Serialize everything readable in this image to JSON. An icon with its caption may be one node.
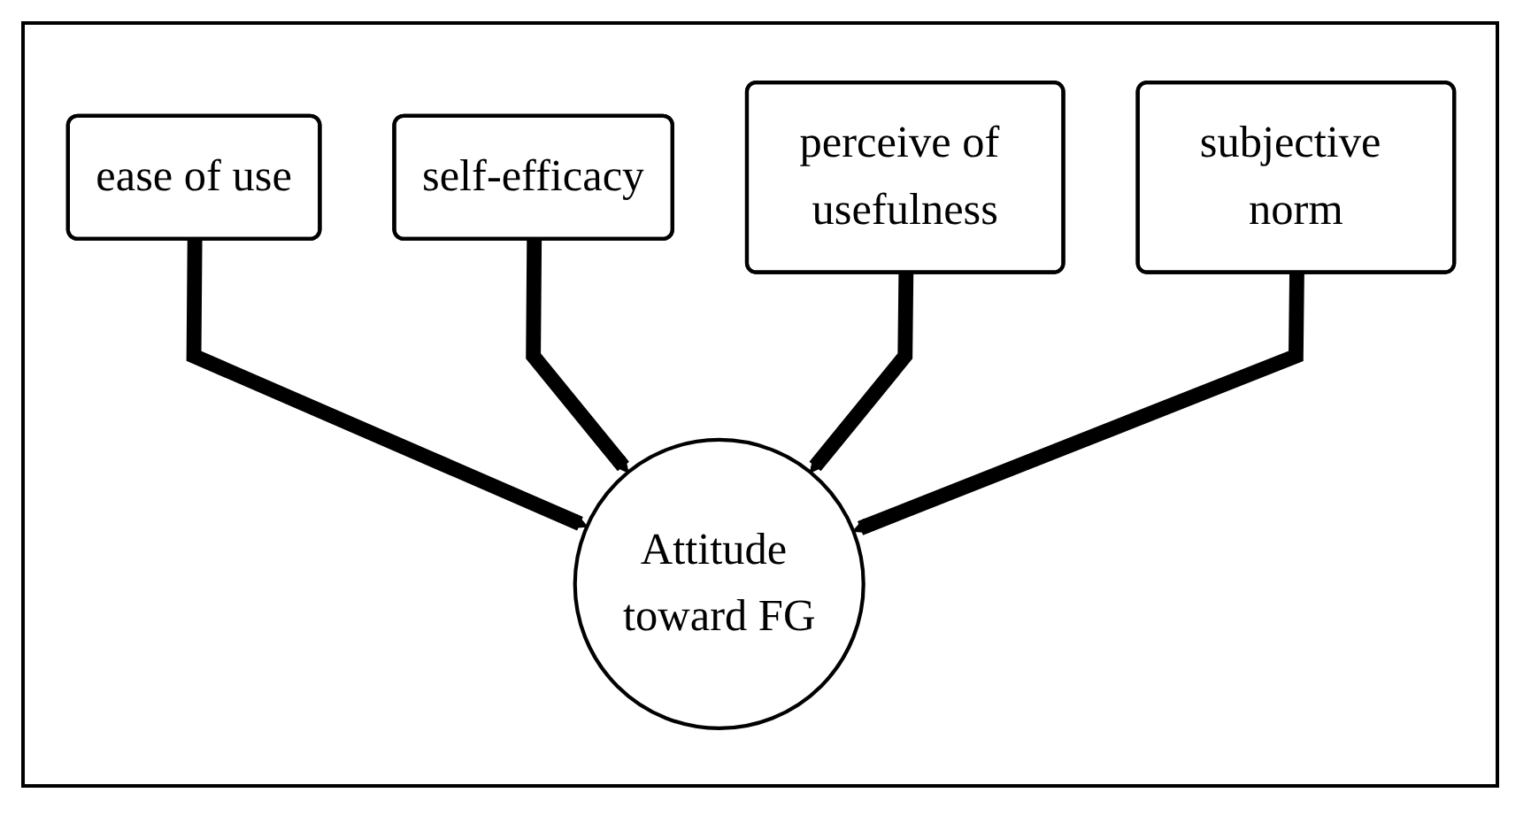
{
  "diagram": {
    "nodes": [
      {
        "text": [
          "ease of use"
        ]
      },
      {
        "text": [
          "self-efficacy"
        ]
      },
      {
        "text": [
          "perceive of usefulness"
        ]
      },
      {
        "text": [
          "subjective norm"
        ]
      },
      {
        "text": [
          "Attitude toward FG"
        ]
      }
    ],
    "edges": [
      {
        "from": 0,
        "to": 4,
        "arrow": "to"
      },
      {
        "from": 1,
        "to": 4,
        "arrow": "to"
      },
      {
        "from": 2,
        "to": 4,
        "arrow": "to"
      },
      {
        "from": 3,
        "to": 4,
        "arrow": "to"
      }
    ]
  }
}
